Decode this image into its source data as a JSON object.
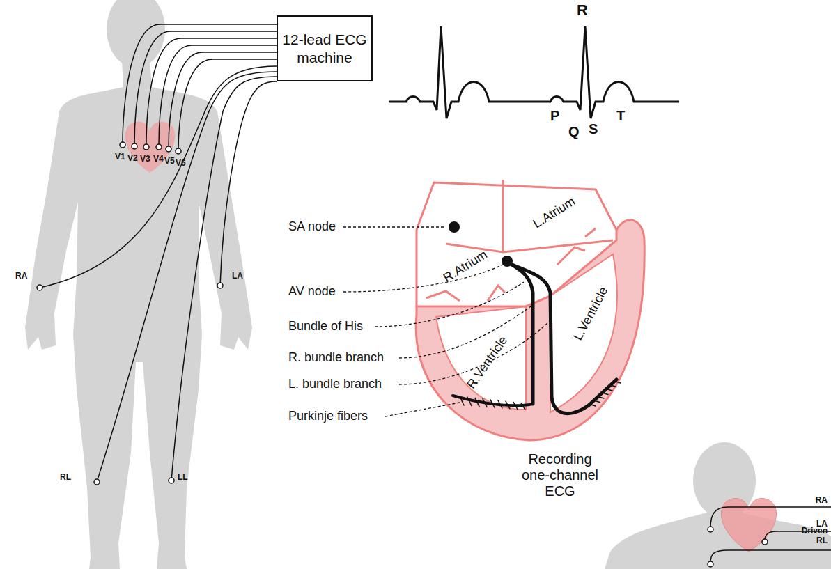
{
  "diagram": {
    "nodes": [
      {
        "text": [
          "12-lead ECG machine"
        ]
      }
    ],
    "labels": [
      "V1",
      "V2",
      "V3",
      "V4",
      "V5",
      "V6",
      "RA",
      "LA",
      "RL",
      "LL",
      "R",
      "P",
      "Q",
      "S",
      "T",
      "SA node",
      "AV node",
      "Bundle of His",
      "R. bundle branch",
      "L. bundle branch",
      "Purkinje fibers",
      "R.Atrium",
      "L.Atrium",
      "R.Ventricle",
      "L.Ventricle",
      "RA",
      "LA",
      "Driven RL",
      "Recording one-channel ECG"
    ]
  }
}
